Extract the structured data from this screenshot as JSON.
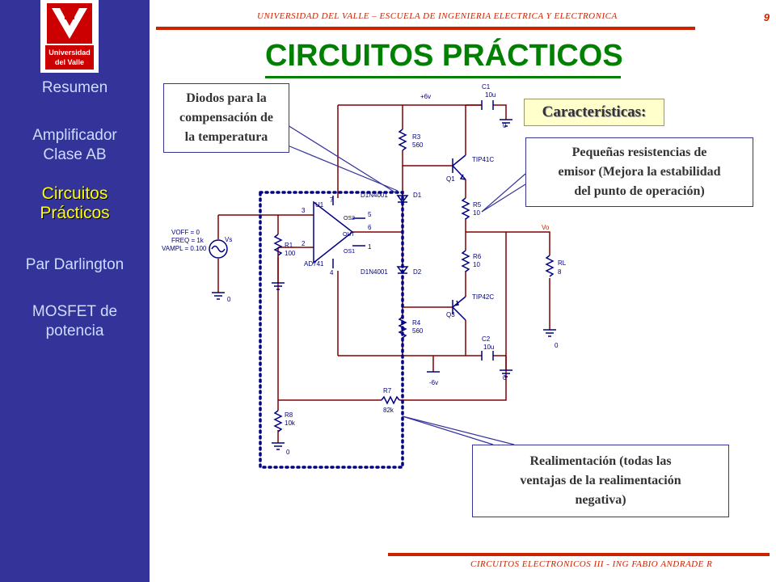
{
  "header": {
    "university": "UNIVERSIDAD DEL VALLE – ESCUELA DE INGENIERIA ELECTRICA Y ELECTRONICA",
    "page_number": "9",
    "footer": "CIRCUITOS ELECTRONICOS III - ING FABIO ANDRADE R"
  },
  "logo": {
    "text_line1": "Universidad",
    "text_line2": "del Valle"
  },
  "sidebar": {
    "items": [
      {
        "label": "Resumen"
      },
      {
        "label_line1": "Amplificador",
        "label_line2": "Clase AB"
      },
      {
        "label_line1": "Circuitos",
        "label_line2": "Prácticos"
      },
      {
        "label": "Par Darlington"
      },
      {
        "label_line1": "MOSFET de",
        "label_line2": "potencia"
      }
    ]
  },
  "main": {
    "title": "CIRCUITOS PRÁCTICOS",
    "caracteristicas": "Características:",
    "callouts": {
      "diodes": [
        "Diodos para la",
        "compensación de",
        "la temperatura"
      ],
      "resistors": [
        "Pequeñas resistencias de",
        "emisor (Mejora la estabilidad",
        "del punto de operación)"
      ],
      "feedback": [
        "Realimentación (todas las",
        "ventajas de la realimentación",
        "negativa)"
      ]
    }
  },
  "circuit": {
    "vcc_label": "+6v",
    "vee_label": "-6v",
    "c1": {
      "name": "C1",
      "value": "10u"
    },
    "c2": {
      "name": "C2",
      "value": "10u"
    },
    "r3": {
      "name": "R3",
      "value": "560"
    },
    "r4": {
      "name": "R4",
      "value": "560"
    },
    "r5": {
      "name": "R5",
      "value": "10"
    },
    "r6": {
      "name": "R6",
      "value": "10"
    },
    "r1": {
      "name": "R1",
      "value": "100"
    },
    "r7": {
      "name": "R7",
      "value": "82k"
    },
    "r8": {
      "name": "R8",
      "value": "10k"
    },
    "rl": {
      "name": "RL",
      "value": "8"
    },
    "q1": {
      "name": "Q1",
      "part": "TIP41C"
    },
    "q3": {
      "name": "Q3",
      "part": "TIP42C"
    },
    "d1": {
      "name": "D1",
      "part": "D1N4001"
    },
    "d2": {
      "name": "D2",
      "part": "D1N4001"
    },
    "u1": {
      "name": "U1",
      "part": "AD741",
      "pins": [
        "3",
        "2",
        "7",
        "4",
        "6",
        "5",
        "1"
      ],
      "pin_names": [
        "OS2",
        "OUT",
        "OS1"
      ]
    },
    "vs": {
      "name": "Vs",
      "params": [
        "VOFF = 0",
        "FREQ = 1k",
        "VAMPL = 0.100"
      ]
    },
    "vo_label": "Vo",
    "ground": "0"
  },
  "colors": {
    "sidebar": "#333399",
    "title": "#008000",
    "accent": "#cc2200",
    "wire": "#800000",
    "component": "#000080"
  }
}
